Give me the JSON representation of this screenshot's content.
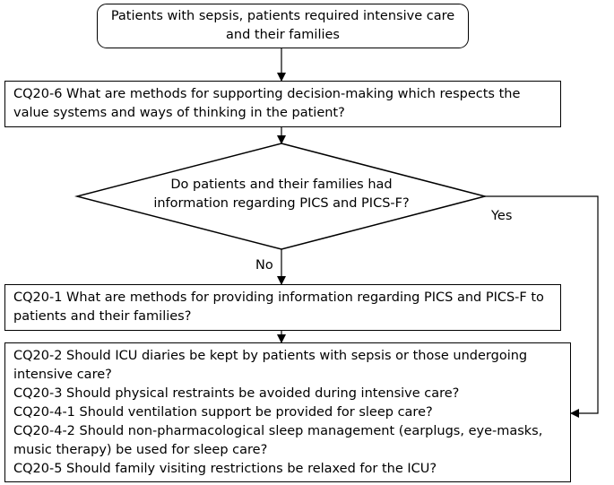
{
  "start": {
    "line1": "Patients with sepsis, patients required intensive care",
    "line2": "and their families"
  },
  "cq20_6": {
    "line1": "CQ20-6 What are methods for supporting decision-making which respects the",
    "line2": "value systems and ways of thinking in the patient?"
  },
  "decision": {
    "line1": "Do patients and their families had",
    "line2": "information regarding PICS and PICS-F?",
    "yes_label": "Yes",
    "no_label": "No"
  },
  "cq20_1": {
    "line1": "CQ20-1 What are methods for providing information regarding PICS and PICS-F to",
    "line2": "patients and their families?"
  },
  "final": {
    "lines": [
      "CQ20-2 Should ICU diaries be kept by patients with sepsis or those undergoing",
      "intensive care?",
      "CQ20-3 Should physical restraints be avoided during intensive care?",
      "CQ20-4-1 Should ventilation support be provided for sleep care?",
      "CQ20-4-2 Should non-pharmacological sleep management (earplugs, eye-masks,",
      "music therapy) be used for sleep care?",
      "CQ20-5 Should family visiting restrictions be relaxed for the ICU?"
    ]
  }
}
